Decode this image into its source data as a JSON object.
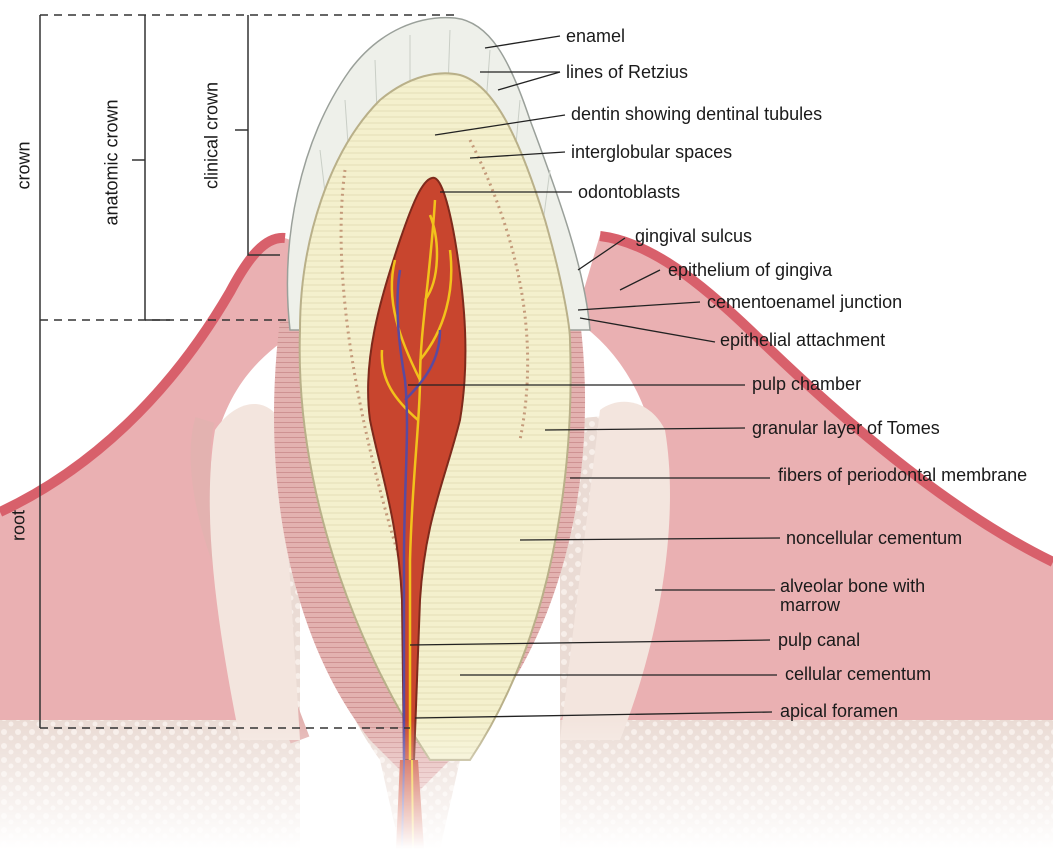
{
  "labels": {
    "enamel": "enamel",
    "lines_of_retzius": "lines of Retzius",
    "dentin": "dentin showing dentinal tubules",
    "interglobular_spaces": "interglobular spaces",
    "odontoblasts": "odontoblasts",
    "gingival_sulcus": "gingival sulcus",
    "epithelium_of_gingiva": "epithelium of gingiva",
    "cementoenamel_junction": "cementoenamel junction",
    "epithelial_attachment": "epithelial attachment",
    "pulp_chamber": "pulp chamber",
    "granular_layer_of_tomes": "granular layer of Tomes",
    "fibers_of_periodontal_membrane": "fibers of periodontal membrane",
    "noncellular_cementum": "noncellular cementum",
    "alveolar_bone_with_marrow": "alveolar bone with marrow",
    "pulp_canal": "pulp canal",
    "cellular_cementum": "cellular cementum",
    "apical_foramen": "apical foramen"
  },
  "brackets": {
    "crown": "crown",
    "anatomic_crown": "anatomic crown",
    "clinical_crown": "clinical crown",
    "root": "root"
  },
  "colors": {
    "enamel": "#eef0ea",
    "dentin": "#f3efc8",
    "gingiva": "#e8a3a6",
    "gingiva_epithelium": "#d9646e",
    "bone": "#f1e3dc",
    "marrow": "#e6d7d0",
    "pulp": "#c8452e",
    "artery": "#f2c21b",
    "vein": "#5a4aa0"
  }
}
